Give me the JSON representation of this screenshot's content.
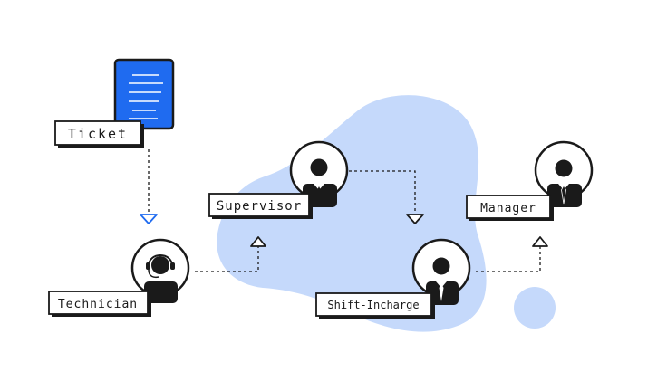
{
  "colors": {
    "ink": "#1a1a1a",
    "blob": "#c5d9fb",
    "ticket": "#1f6bf0",
    "ticket_line": "#ffffff",
    "arrow_blue": "#1f6bf0",
    "card": "#ffffff"
  },
  "nodes": {
    "ticket": {
      "label": "Ticket",
      "icon": "document-icon"
    },
    "technician": {
      "label": "Technician",
      "icon": "headset-person-icon"
    },
    "supervisor": {
      "label": "Supervisor",
      "icon": "suit-person-icon"
    },
    "shift_incharge": {
      "label": "Shift-Incharge",
      "icon": "tie-person-icon"
    },
    "manager": {
      "label": "Manager",
      "icon": "tie-person-icon"
    }
  }
}
